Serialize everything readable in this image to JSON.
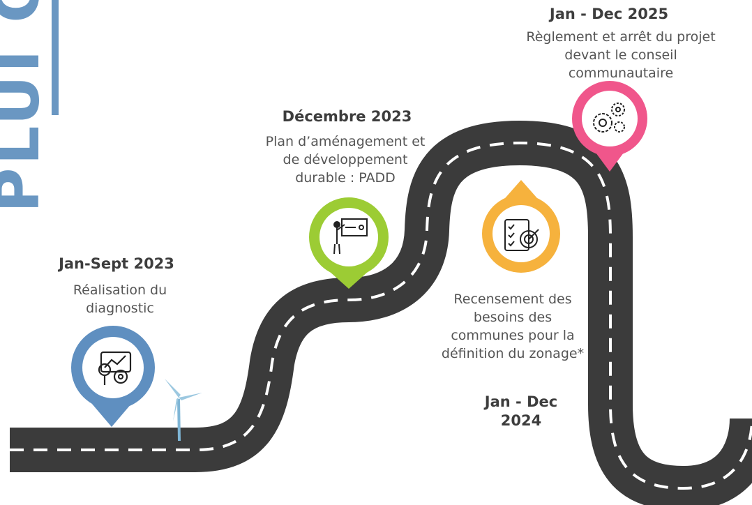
{
  "side_title": "PLUI CP",
  "milestones": [
    {
      "date": "Jan-Sept 2023",
      "description": "Réalisation du diagnostic",
      "icon": "analytics-gear-icon",
      "color": "#5f8fc0"
    },
    {
      "date": "Décembre 2023",
      "description": "Plan d’aménagement et de développement durable : PADD",
      "icon": "presentation-board-icon",
      "color": "#9ccc34"
    },
    {
      "date": "Jan - Dec 2024",
      "description": "Recensement des besoins des communes pour la définition du zonage*",
      "icon": "checklist-target-icon",
      "color": "#f6b23d"
    },
    {
      "date": "Jan - Dec 2025",
      "description": "Règlement et arrêt du projet devant le conseil communautaire",
      "icon": "gears-icon",
      "color": "#f0568b"
    }
  ],
  "colors": {
    "road": "#3b3b3b",
    "dash": "#ffffff",
    "accent": "#6a97c2",
    "turbine": "#7fb6d6"
  }
}
